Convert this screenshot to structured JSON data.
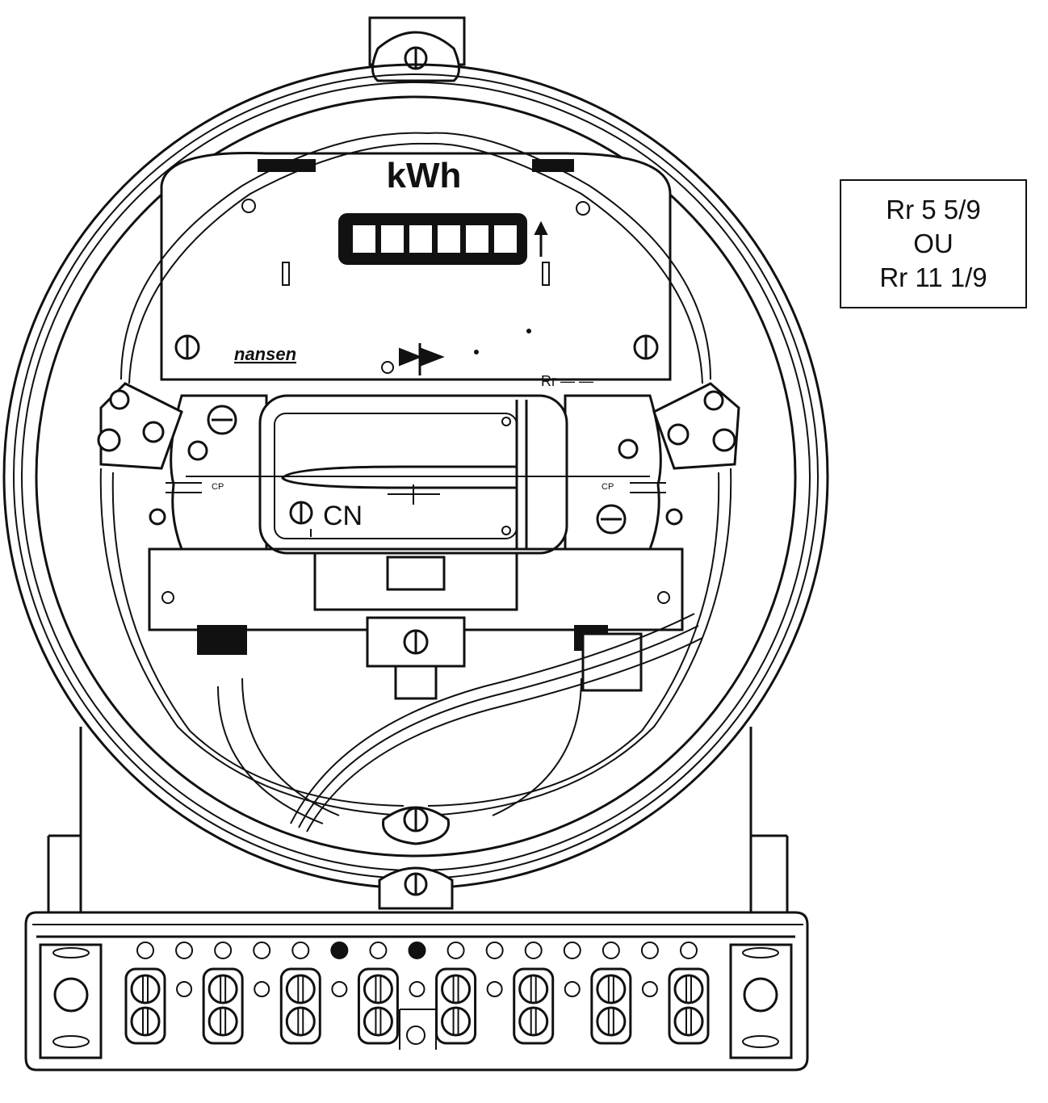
{
  "meter": {
    "unit_label": "kWh",
    "brand": "nansen",
    "rr_label": "Rr — —",
    "cp_left": "CP",
    "cp_right": "CP",
    "cn_label": "CN",
    "register_digits": 6
  },
  "ratio_box": {
    "line1": "Rr 5 5/9",
    "line2": "OU",
    "line3": "Rr 11 1/9"
  },
  "terminal_block": {
    "terminal_count": 8,
    "top_holes": 15,
    "filled_holes": [
      6,
      8
    ]
  },
  "colors": {
    "line": "#111111",
    "background": "#ffffff"
  }
}
